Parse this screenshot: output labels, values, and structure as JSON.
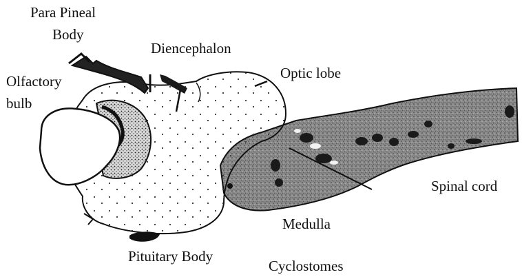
{
  "diagram": {
    "labels": {
      "para_pineal": "Para Pineal",
      "body": "Body",
      "diencephalon": "Diencephalon",
      "olfactory": "Olfactory",
      "bulb": "bulb",
      "optic_lobe": "Optic lobe",
      "spinal_cord": "Spinal cord",
      "medulla": "Medulla",
      "pituitary_body": "Pituitary Body",
      "caption": "Cyclostomes"
    }
  }
}
